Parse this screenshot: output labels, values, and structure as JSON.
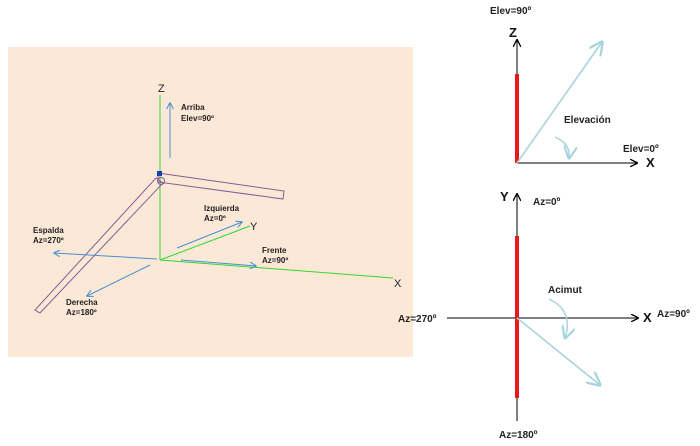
{
  "left_panel": {
    "background": "#fbe8d6",
    "axis_labels": {
      "z": "Z",
      "y": "Y",
      "x": "X"
    },
    "directions": {
      "arriba": "Arriba",
      "arriba_value": "Elev=90º",
      "izquierda": "Izquierda",
      "izquierda_value": "Az=0º",
      "espalda": "Espalda",
      "espalda_value": "Az=270º",
      "frente": "Frente",
      "frente_value": "Az=90º",
      "derecha": "Derecha",
      "derecha_value": "Az=180º"
    }
  },
  "elevation_diagram": {
    "top_label": "Elev=90º",
    "z_label": "Z",
    "x_label": "X",
    "angle_label": "Elevación",
    "zero_label": "Elev=0º"
  },
  "azimuth_diagram": {
    "y_label": "Y",
    "top_label": "Az=0º",
    "angle_label": "Acimut",
    "x_label": "X",
    "right_label": "Az=90º",
    "left_label": "Az=270º",
    "bottom_label": "Az=180º"
  },
  "colors": {
    "red_bar": "#e8191c",
    "light_blue": "#a8d4de",
    "vector_blue": "#4a8fd0",
    "green_axis": "#32d632",
    "purple": "#8a5a9a"
  }
}
